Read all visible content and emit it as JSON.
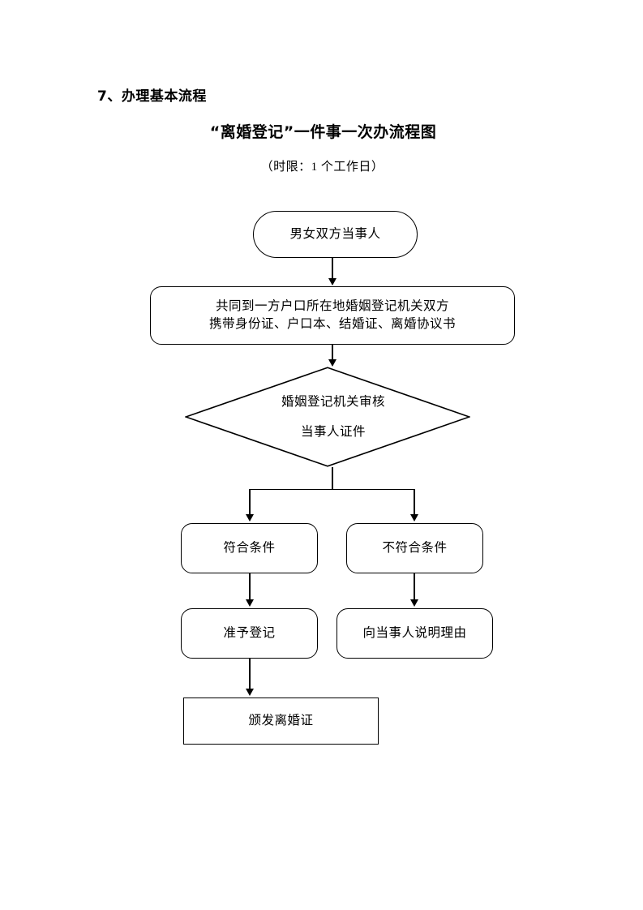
{
  "document": {
    "section_heading": "7、办理基本流程",
    "chart_title": "“离婚登记”一件事一次办流程图",
    "chart_subtitle": "（时限：1 个工作日）"
  },
  "flowchart": {
    "nodes": {
      "start": {
        "label": "男女双方当事人",
        "shape": "pill"
      },
      "submit": {
        "line1": "共同到一方户口所在地婚姻登记机关双方",
        "line2": "携带身份证、户口本、结婚证、离婚协议书",
        "shape": "rounded"
      },
      "review": {
        "line1": "婚姻登记机关审核",
        "line2": "当事人证件",
        "shape": "diamond"
      },
      "qualified": {
        "label": "符合条件",
        "shape": "rounded"
      },
      "not_qualified": {
        "label": "不符合条件",
        "shape": "rounded"
      },
      "approve": {
        "label": "准予登记",
        "shape": "rounded"
      },
      "explain": {
        "label": "向当事人说明理由",
        "shape": "rounded"
      },
      "issue": {
        "label": "颁发离婚证",
        "shape": "sharp"
      }
    }
  },
  "chart_data": {
    "type": "diagram",
    "title": "“离婚登记”一件事一次办流程图",
    "subtitle": "（时限：1 个工作日）",
    "nodes": [
      {
        "id": "start",
        "text": "男女双方当事人",
        "shape": "stadium"
      },
      {
        "id": "submit",
        "text": "共同到一方户口所在地婚姻登记机关双方携带身份证、户口本、结婚证、离婚协议书",
        "shape": "rounded-rect"
      },
      {
        "id": "review",
        "text": "婚姻登记机关审核当事人证件",
        "shape": "diamond"
      },
      {
        "id": "qualified",
        "text": "符合条件",
        "shape": "rounded-rect"
      },
      {
        "id": "not_qualified",
        "text": "不符合条件",
        "shape": "rounded-rect"
      },
      {
        "id": "approve",
        "text": "准予登记",
        "shape": "rounded-rect"
      },
      {
        "id": "explain",
        "text": "向当事人说明理由",
        "shape": "rounded-rect"
      },
      {
        "id": "issue",
        "text": "颁发离婚证",
        "shape": "rect"
      }
    ],
    "edges": [
      {
        "from": "start",
        "to": "submit"
      },
      {
        "from": "submit",
        "to": "review"
      },
      {
        "from": "review",
        "to": "qualified"
      },
      {
        "from": "review",
        "to": "not_qualified"
      },
      {
        "from": "qualified",
        "to": "approve"
      },
      {
        "from": "not_qualified",
        "to": "explain"
      },
      {
        "from": "approve",
        "to": "issue"
      }
    ]
  }
}
